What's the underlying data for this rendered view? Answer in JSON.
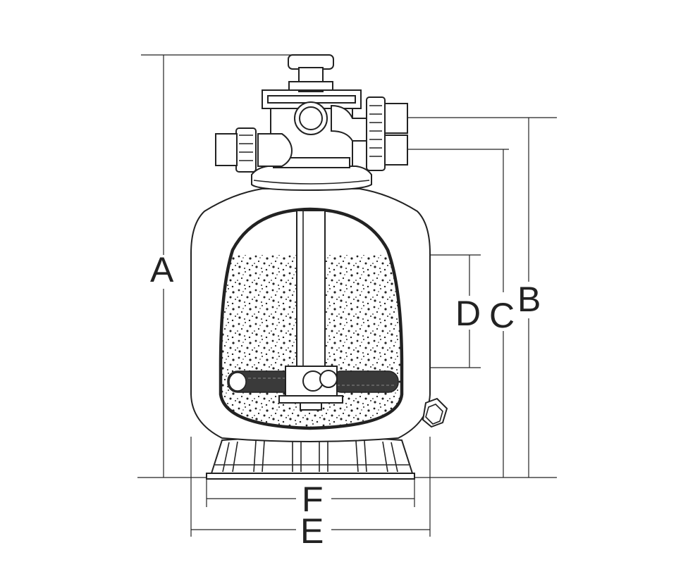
{
  "diagram": {
    "dimension_labels": {
      "A": "A",
      "B": "B",
      "C": "C",
      "D": "D",
      "E": "E",
      "F": "F"
    }
  }
}
